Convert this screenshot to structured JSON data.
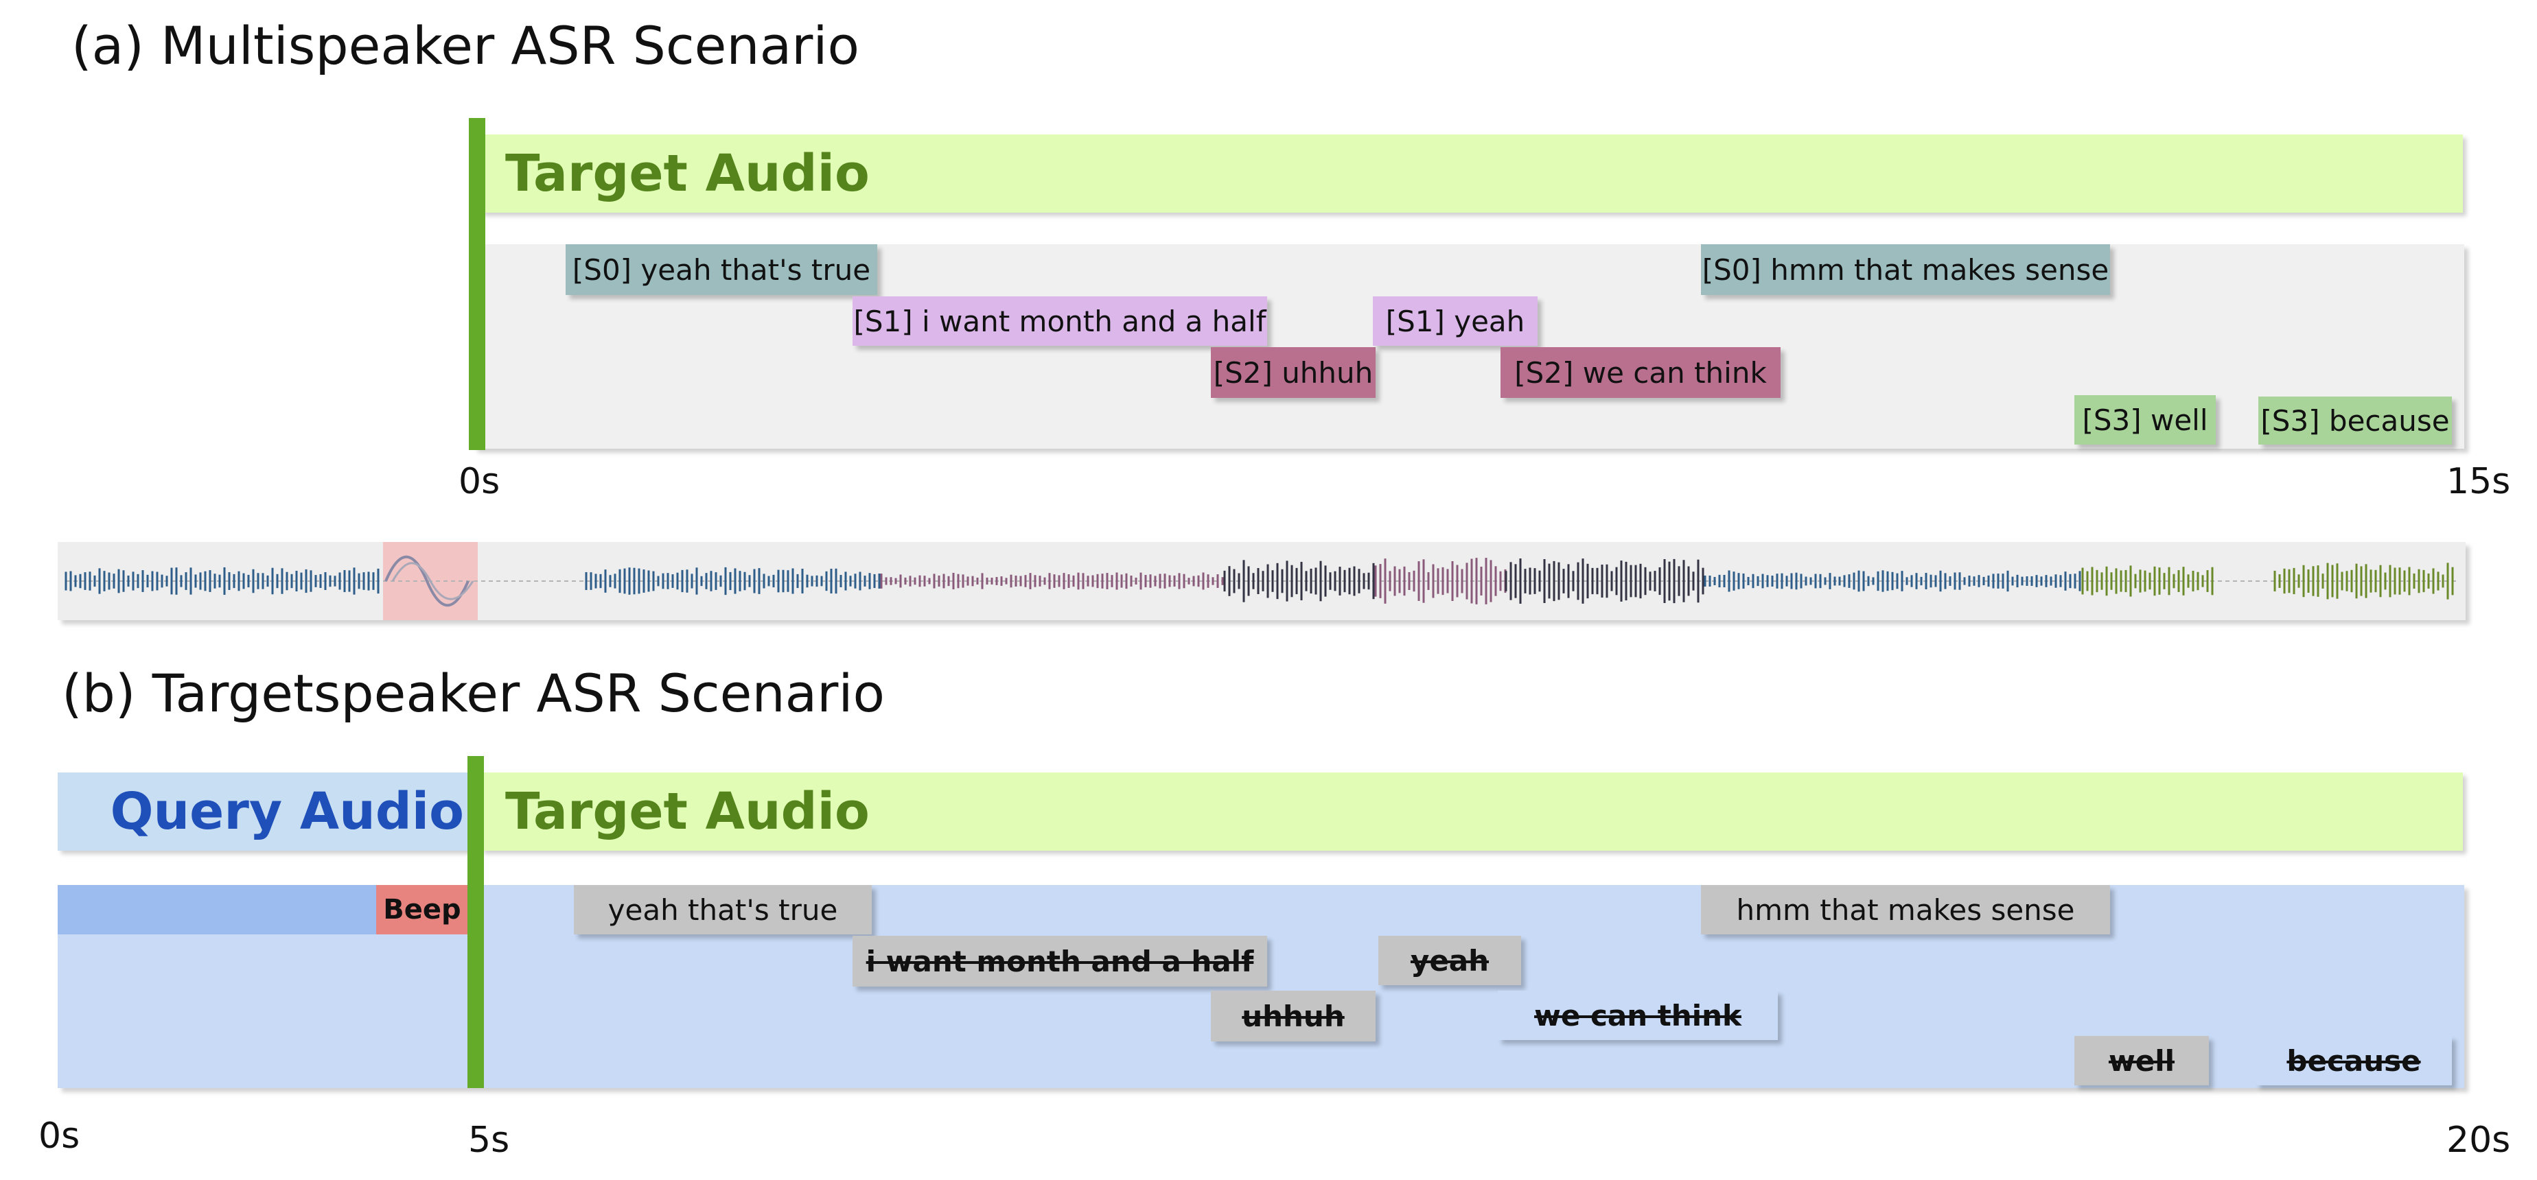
{
  "section_a": {
    "title": "(a) Multispeaker ASR Scenario",
    "banner": "Target Audio",
    "axis_start": "0s",
    "axis_end": "15s",
    "segments": [
      {
        "text": "[S0] yeah that's true",
        "color": "#9cbcbe"
      },
      {
        "text": "[S1] i want month and a half",
        "color": "#dcb8ea"
      },
      {
        "text": "[S2] uhhuh",
        "color": "#b8708e"
      },
      {
        "text": "[S1] yeah",
        "color": "#dcb8ea"
      },
      {
        "text": "[S2] we can think",
        "color": "#b8708e"
      },
      {
        "text": "[S0] hmm that makes sense",
        "color": "#9cbcbe"
      },
      {
        "text": "[S3] well",
        "color": "#a8d49a"
      },
      {
        "text": "[S3] because",
        "color": "#a8d49a"
      }
    ]
  },
  "section_b": {
    "title": "(b) Targetspeaker ASR Scenario",
    "query_banner": "Query Audio",
    "target_banner": "Target Audio",
    "beep_label": "Beep",
    "axis_start": "0s",
    "axis_mid": "5s",
    "axis_end": "20s",
    "segments": [
      {
        "text": "yeah that's true",
        "color": "#c8daf6",
        "struck": false
      },
      {
        "text": "i want month and a half",
        "color": "#c4c4c4",
        "struck": true
      },
      {
        "text": "uhhuh",
        "color": "#c4c4c4",
        "struck": true
      },
      {
        "text": "yeah",
        "color": "#c4c4c4",
        "struck": true
      },
      {
        "text": "we can think",
        "color": "#c4c4c4",
        "struck": true
      },
      {
        "text": "hmm that makes sense",
        "color": "#c8daf6",
        "struck": false
      },
      {
        "text": "well",
        "color": "#c4c4c4",
        "struck": true
      },
      {
        "text": "because",
        "color": "#c4c4c4",
        "struck": true
      }
    ]
  },
  "colors": {
    "target_banner_bg": "#e1fdb5",
    "target_banner_text": "#55841d",
    "query_banner_bg": "#c8def2",
    "query_banner_text": "#1f4fb8",
    "divider": "#63ab28",
    "beep": "#e78480",
    "query_fill": "#9cbbee",
    "wave_s0": "#2f5d8a",
    "wave_s1": "#8a5a7a",
    "wave_s2": "#333344",
    "wave_s3": "#6a8a2a"
  }
}
